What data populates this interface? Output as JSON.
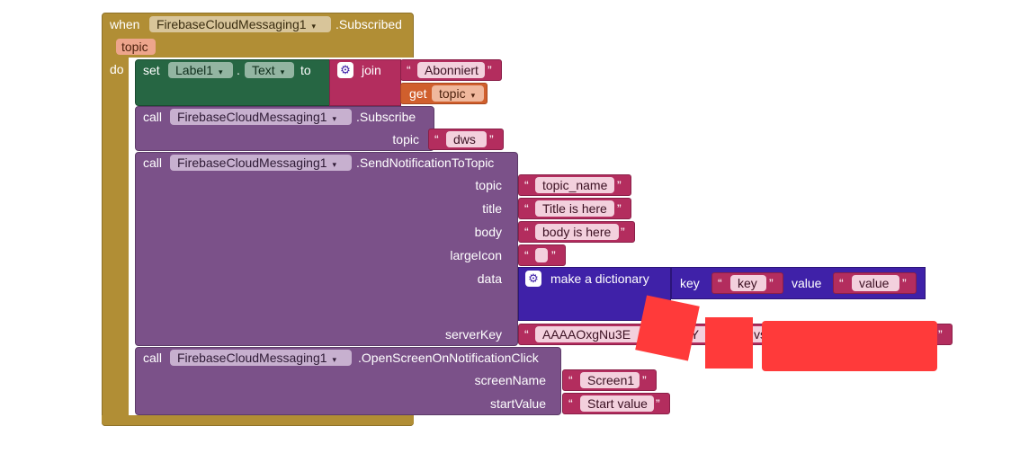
{
  "event": {
    "when": "when",
    "component": "FirebaseCloudMessaging1",
    "event_name": ".Subscribed",
    "param": "topic",
    "do": "do"
  },
  "set_block": {
    "set": "set",
    "component": "Label1",
    "dot": ".",
    "property": "Text",
    "to": "to",
    "join": "join",
    "text1": "Abonniert",
    "get": "get",
    "get_var": "topic"
  },
  "subscribe": {
    "call": "call",
    "component": "FirebaseCloudMessaging1",
    "method": ".Subscribe",
    "arg_label": "topic",
    "arg_value": "dws"
  },
  "send": {
    "call": "call",
    "component": "FirebaseCloudMessaging1",
    "method": ".SendNotificationToTopic",
    "args": [
      {
        "label": "topic",
        "value": "topic_name"
      },
      {
        "label": "title",
        "value": "Title is here"
      },
      {
        "label": "body",
        "value": "body is here"
      },
      {
        "label": "largeIcon",
        "value": ""
      }
    ],
    "data_label": "data",
    "dict_label": "make a dictionary",
    "key_label": "key",
    "key_value": "key",
    "value_label": "value",
    "value_value": "value",
    "server_key_label": "serverKey",
    "server_key_value": "AAAAOxgNu3E",
    "server_key_frag2": "nY",
    "server_key_frag3": "vs"
  },
  "open_screen": {
    "call": "call",
    "component": "FirebaseCloudMessaging1",
    "method": ".OpenScreenOnNotificationClick",
    "args": [
      {
        "label": "screenName",
        "value": "Screen1"
      },
      {
        "label": "startValue",
        "value": "Start value"
      }
    ]
  },
  "quote_open": "“",
  "quote_close": "”",
  "dropdown_icon": "▾",
  "gear_icon": "⚙",
  "colors": {
    "event": "#b18e35",
    "procedure": "#7b5189",
    "setter": "#266643",
    "text": "#b32d5e",
    "variable": "#d05f2d",
    "dictionary": "#3f21a8",
    "redaction": "#ff3a3a"
  }
}
